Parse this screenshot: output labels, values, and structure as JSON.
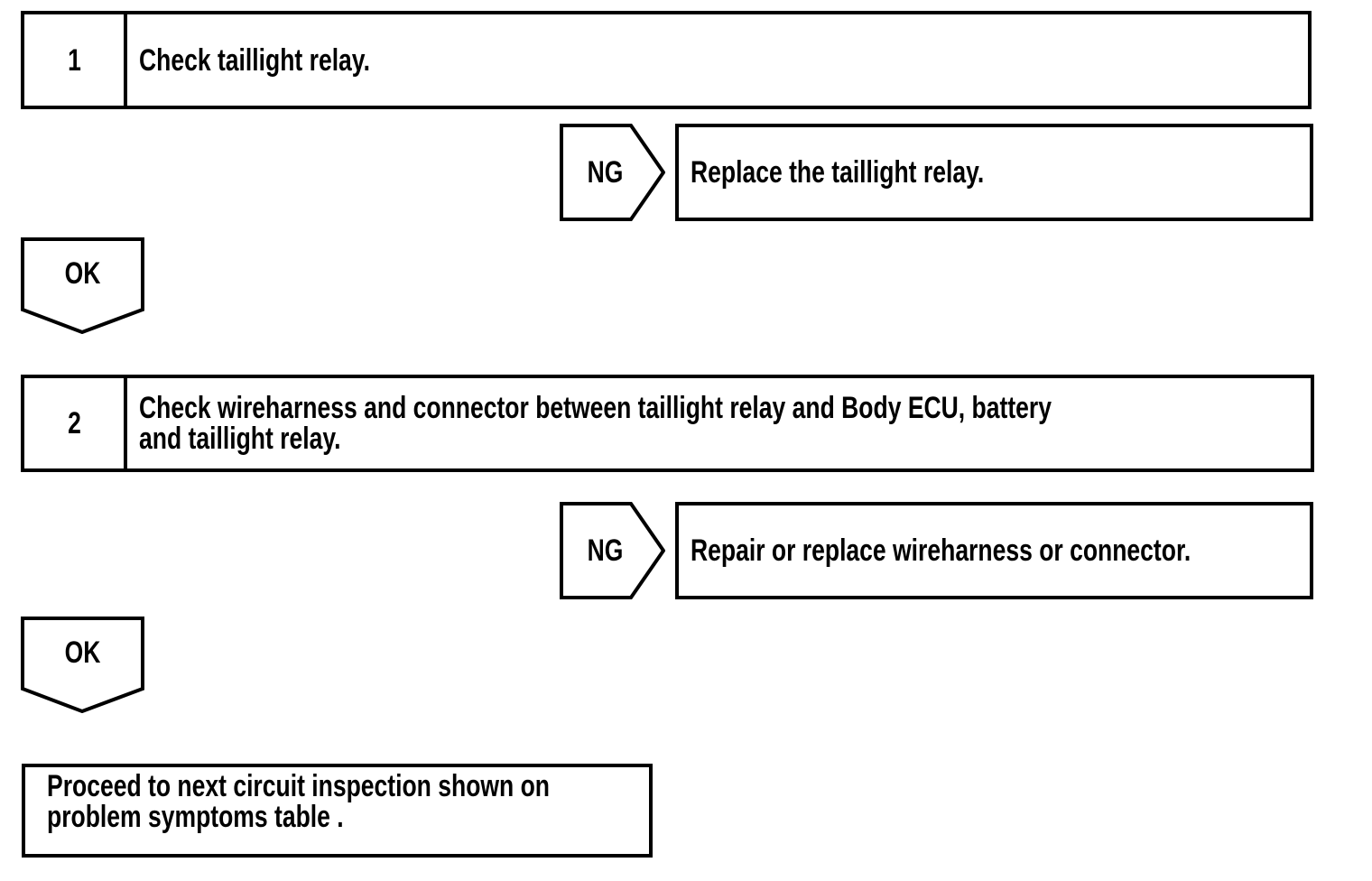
{
  "colors": {
    "ink": "#000000",
    "paper": "#ffffff"
  },
  "diagram": {
    "type": "troubleshooting-flowchart",
    "steps": [
      {
        "number": "1",
        "instruction_lines": [
          "Check taillight relay."
        ],
        "ng": {
          "label": "NG",
          "action": "Replace the taillight relay."
        },
        "ok": {
          "label": "OK"
        }
      },
      {
        "number": "2",
        "instruction_lines": [
          "Check wireharness and connector between taillight relay and Body ECU, battery",
          "and taillight relay."
        ],
        "ng": {
          "label": "NG",
          "action": "Repair or replace wireharness or connector."
        },
        "ok": {
          "label": "OK"
        }
      }
    ],
    "terminal": {
      "lines": [
        "Proceed to next circuit inspection shown on",
        "problem symptoms table ."
      ]
    }
  }
}
